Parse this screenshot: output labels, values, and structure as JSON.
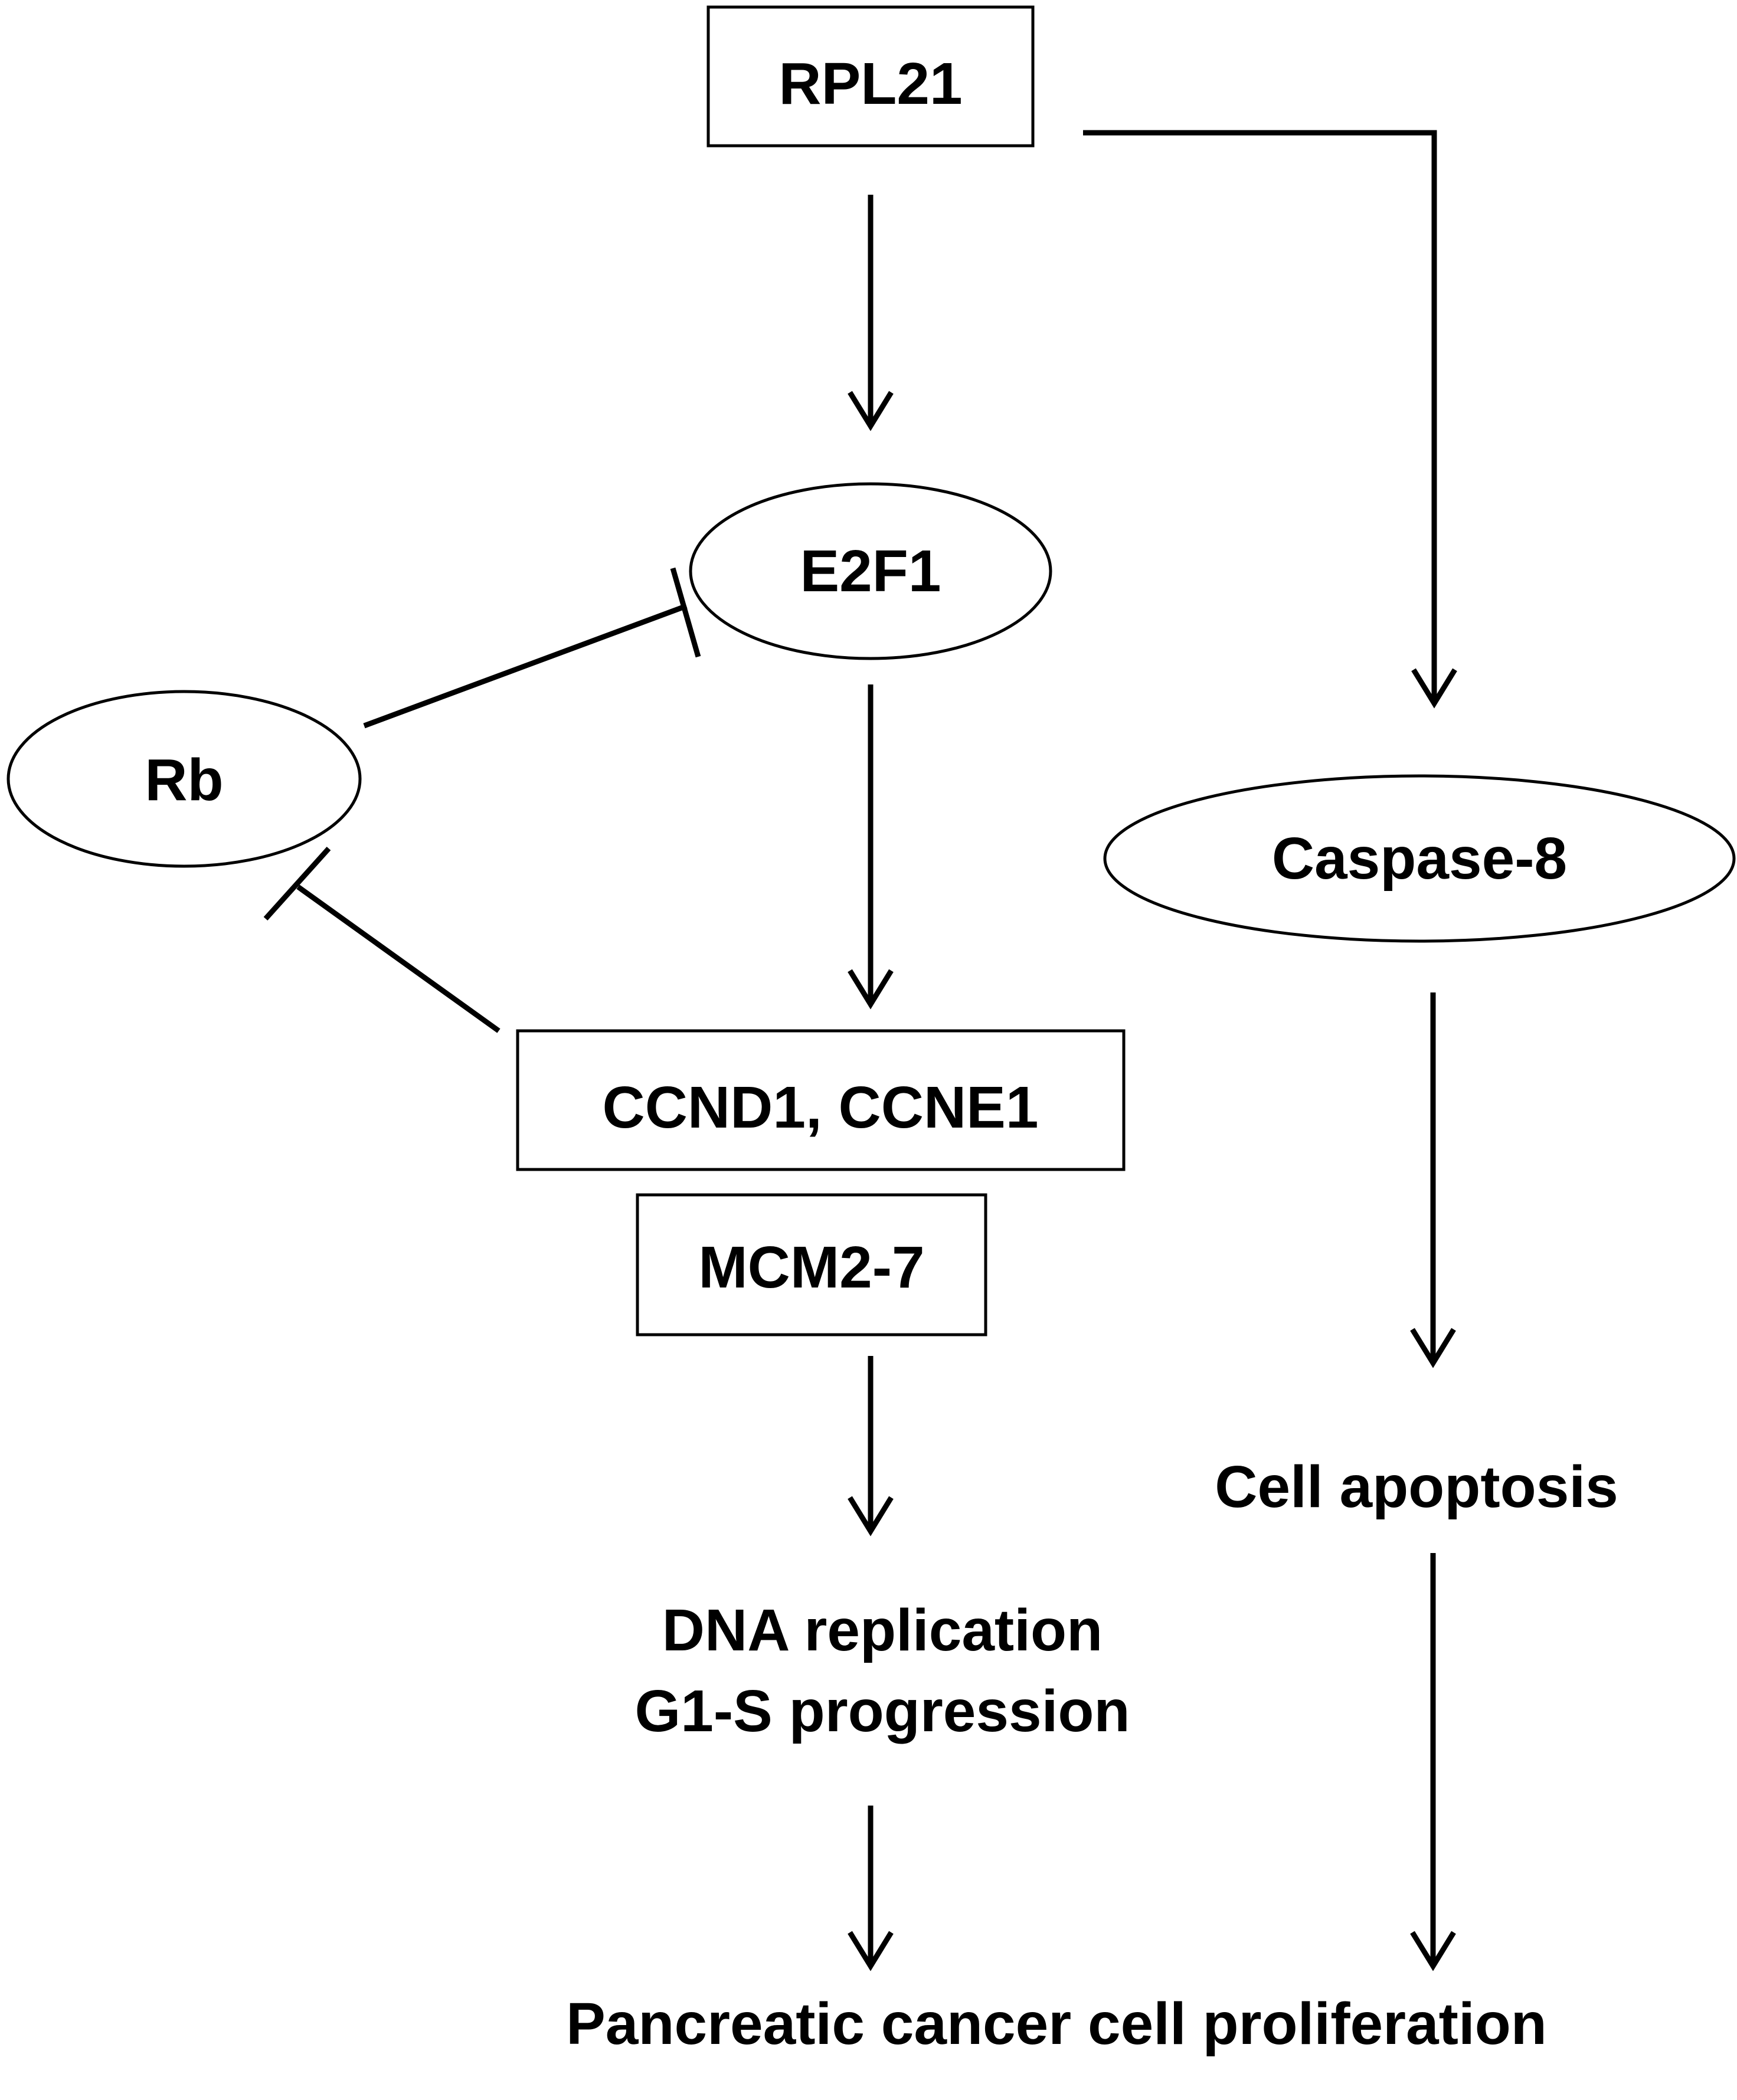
{
  "nodes": {
    "rpl21": "RPL21",
    "e2f1": "E2F1",
    "rb": "Rb",
    "caspase8": "Caspase-8",
    "ccnd1_ccne1": "CCND1, CCNE1",
    "mcm": "MCM2-7"
  },
  "outcomes": {
    "dna_replication": "DNA replication",
    "g1s_progression": "G1-S progression",
    "cell_apoptosis": "Cell apoptosis",
    "proliferation": "Pancreatic cancer cell proliferation"
  },
  "colors": {
    "stroke": "#000000",
    "background": "#ffffff"
  }
}
